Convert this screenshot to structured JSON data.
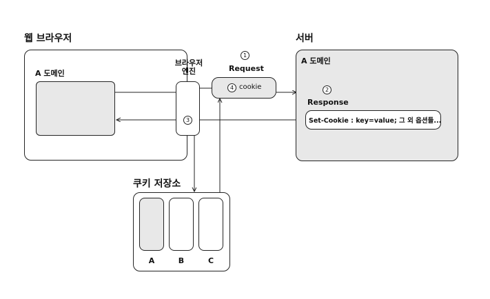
{
  "browser": {
    "title": "웹 브라우저",
    "domain_label": "A 도메인",
    "engine_label_line1": "브라우저",
    "engine_label_line2": "엔진",
    "step3": "3"
  },
  "server": {
    "title": "서버",
    "domain_label": "A 도메인",
    "step2": "2",
    "response_label": "Response",
    "set_cookie_text": "Set-Cookie : key=value; 그 외 옵션들..."
  },
  "request": {
    "step1": "1",
    "label": "Request",
    "step4": "4",
    "cookie_label": "cookie"
  },
  "cookie_store": {
    "title": "쿠키 저장소",
    "slots": [
      {
        "label": "A",
        "highlighted": true
      },
      {
        "label": "B",
        "highlighted": false
      },
      {
        "label": "C",
        "highlighted": false
      }
    ]
  },
  "colors": {
    "panel_fill": "#e8e8e8",
    "stroke": "#222222"
  }
}
